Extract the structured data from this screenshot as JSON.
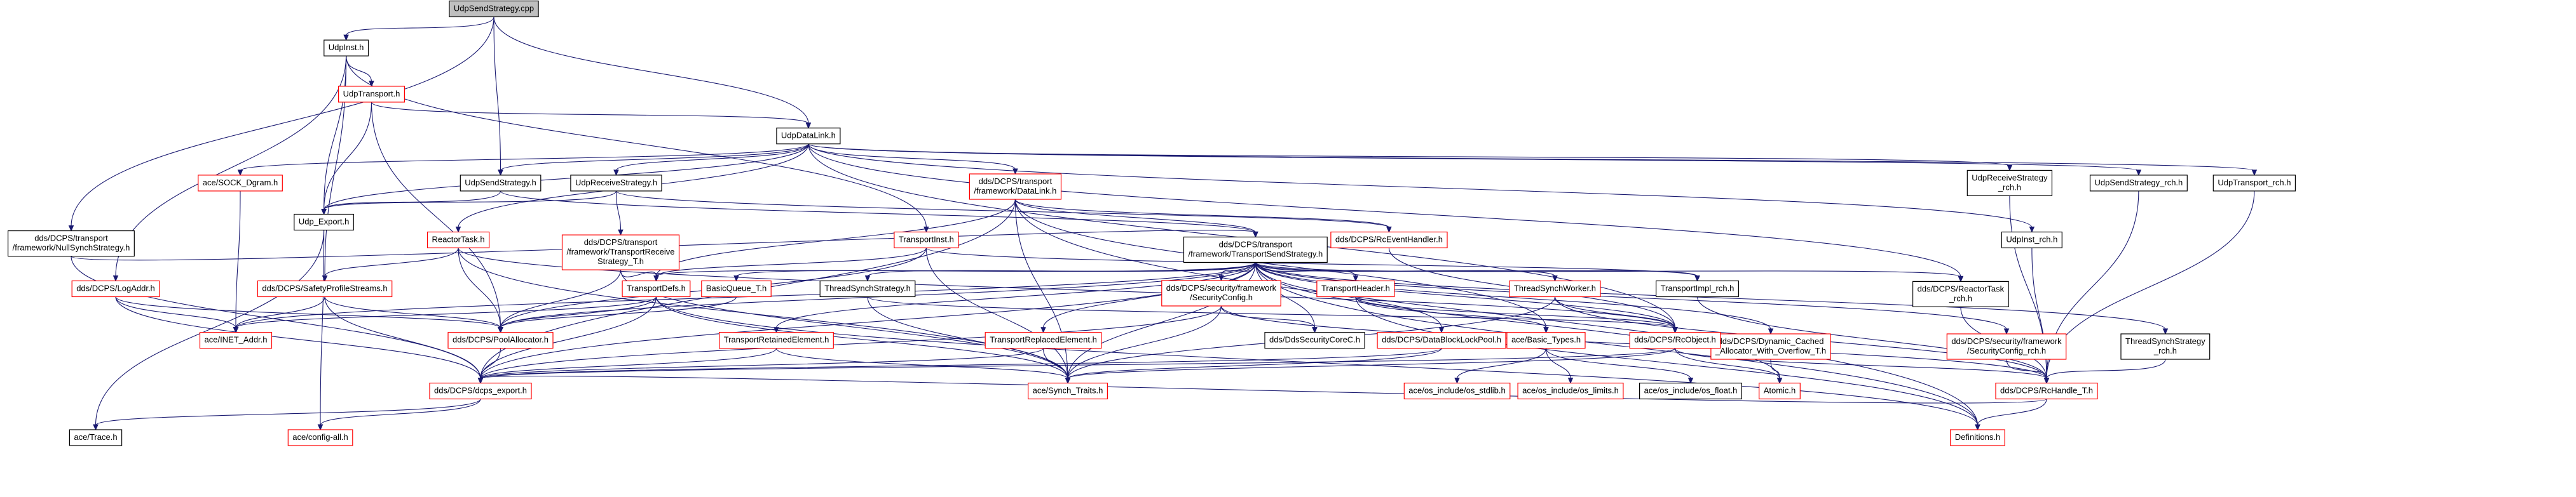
{
  "title": "UdpSendStrategy.cpp",
  "colors": {
    "edge": "#191970",
    "border_normal": "#000000",
    "border_incomplete": "#ff0000",
    "root_fill": "#bfbfbf"
  },
  "nodes": [
    {
      "id": "root",
      "label": "UdpSendStrategy.cpp",
      "style": "root"
    },
    {
      "id": "udpinst",
      "label": "UdpInst.h",
      "style": "normal"
    },
    {
      "id": "udptransport",
      "label": "UdpTransport.h",
      "style": "red"
    },
    {
      "id": "udpdatalink",
      "label": "UdpDataLink.h",
      "style": "normal"
    },
    {
      "id": "nullsynch",
      "label": "dds/DCPS/transport /framework/NullSynchStrategy.h",
      "style": "normal"
    },
    {
      "id": "sockdgram",
      "label": "ace/SOCK_Dgram.h",
      "style": "red"
    },
    {
      "id": "udpsendstrategy",
      "label": "UdpSendStrategy.h",
      "style": "normal"
    },
    {
      "id": "udpreceivestrategy",
      "label": "UdpReceiveStrategy.h",
      "style": "normal"
    },
    {
      "id": "datalink",
      "label": "dds/DCPS/transport /framework/DataLink.h",
      "style": "red"
    },
    {
      "id": "udpreceivestrategy_rch",
      "label": "UdpReceiveStrategy _rch.h",
      "style": "normal"
    },
    {
      "id": "udpsendstrategy_rch",
      "label": "UdpSendStrategy_rch.h",
      "style": "normal"
    },
    {
      "id": "udptransport_rch",
      "label": "UdpTransport_rch.h",
      "style": "normal"
    },
    {
      "id": "udp_export",
      "label": "Udp_Export.h",
      "style": "normal"
    },
    {
      "id": "reactortask",
      "label": "ReactorTask.h",
      "style": "red"
    },
    {
      "id": "transportreceive",
      "label": "dds/DCPS/transport /framework/TransportReceive Strategy_T.h",
      "style": "red"
    },
    {
      "id": "transportinst",
      "label": "TransportInst.h",
      "style": "red"
    },
    {
      "id": "transportsend",
      "label": "dds/DCPS/transport /framework/TransportSendStrategy.h",
      "style": "normal"
    },
    {
      "id": "rceventhandler",
      "label": "dds/DCPS/RcEventHandler.h",
      "style": "red"
    },
    {
      "id": "udpinst_rch",
      "label": "UdpInst_rch.h",
      "style": "normal"
    },
    {
      "id": "logaddr",
      "label": "dds/DCPS/LogAddr.h",
      "style": "red"
    },
    {
      "id": "safetyprofilestreams",
      "label": "dds/DCPS/SafetyProfileStreams.h",
      "style": "red"
    },
    {
      "id": "transportdefs",
      "label": "TransportDefs.h",
      "style": "red"
    },
    {
      "id": "basicqueue",
      "label": "BasicQueue_T.h",
      "style": "red"
    },
    {
      "id": "threadsynchstrategy",
      "label": "ThreadSynchStrategy.h",
      "style": "normal"
    },
    {
      "id": "securityconfig",
      "label": "dds/DCPS/security/framework /SecurityConfig.h",
      "style": "red"
    },
    {
      "id": "transportheader",
      "label": "TransportHeader.h",
      "style": "red"
    },
    {
      "id": "threadsynchworker",
      "label": "ThreadSynchWorker.h",
      "style": "red"
    },
    {
      "id": "transportimpl_rch",
      "label": "TransportImpl_rch.h",
      "style": "normal"
    },
    {
      "id": "reactortask_rch",
      "label": "dds/DCPS/ReactorTask _rch.h",
      "style": "normal"
    },
    {
      "id": "dynamiccached",
      "label": "dds/DCPS/Dynamic_Cached _Allocator_With_Overflow_T.h",
      "style": "red"
    },
    {
      "id": "securityconfig_rch",
      "label": "dds/DCPS/security/framework /SecurityConfig_rch.h",
      "style": "red"
    },
    {
      "id": "threadsynchstrategy_rch",
      "label": "ThreadSynchStrategy _rch.h",
      "style": "normal"
    },
    {
      "id": "inetaddr",
      "label": "ace/INET_Addr.h",
      "style": "red"
    },
    {
      "id": "poolallocator",
      "label": "dds/DCPS/PoolAllocator.h",
      "style": "red"
    },
    {
      "id": "transportretained",
      "label": "TransportRetainedElement.h",
      "style": "red"
    },
    {
      "id": "transportreplaced",
      "label": "TransportReplacedElement.h",
      "style": "red"
    },
    {
      "id": "ddssecuritycorec",
      "label": "dds/DdsSecurityCoreC.h",
      "style": "normal"
    },
    {
      "id": "datablocklockpool",
      "label": "dds/DCPS/DataBlockLockPool.h",
      "style": "red"
    },
    {
      "id": "basictypes",
      "label": "ace/Basic_Types.h",
      "style": "red"
    },
    {
      "id": "rcobject",
      "label": "dds/DCPS/RcObject.h",
      "style": "red"
    },
    {
      "id": "dcpsexport",
      "label": "dds/DCPS/dcps_export.h",
      "style": "red"
    },
    {
      "id": "synchtraits",
      "label": "ace/Synch_Traits.h",
      "style": "red"
    },
    {
      "id": "osstdlib",
      "label": "ace/os_include/os_stdlib.h",
      "style": "red"
    },
    {
      "id": "oslimits",
      "label": "ace/os_include/os_limits.h",
      "style": "red"
    },
    {
      "id": "osfloat",
      "label": "ace/os_include/os_float.h",
      "style": "normal"
    },
    {
      "id": "atomic",
      "label": "Atomic.h",
      "style": "red"
    },
    {
      "id": "rchandle",
      "label": "dds/DCPS/RcHandle_T.h",
      "style": "red"
    },
    {
      "id": "acetrace",
      "label": "ace/Trace.h",
      "style": "normal"
    },
    {
      "id": "configall",
      "label": "ace/config-all.h",
      "style": "red"
    },
    {
      "id": "definitions",
      "label": "Definitions.h",
      "style": "red"
    }
  ]
}
